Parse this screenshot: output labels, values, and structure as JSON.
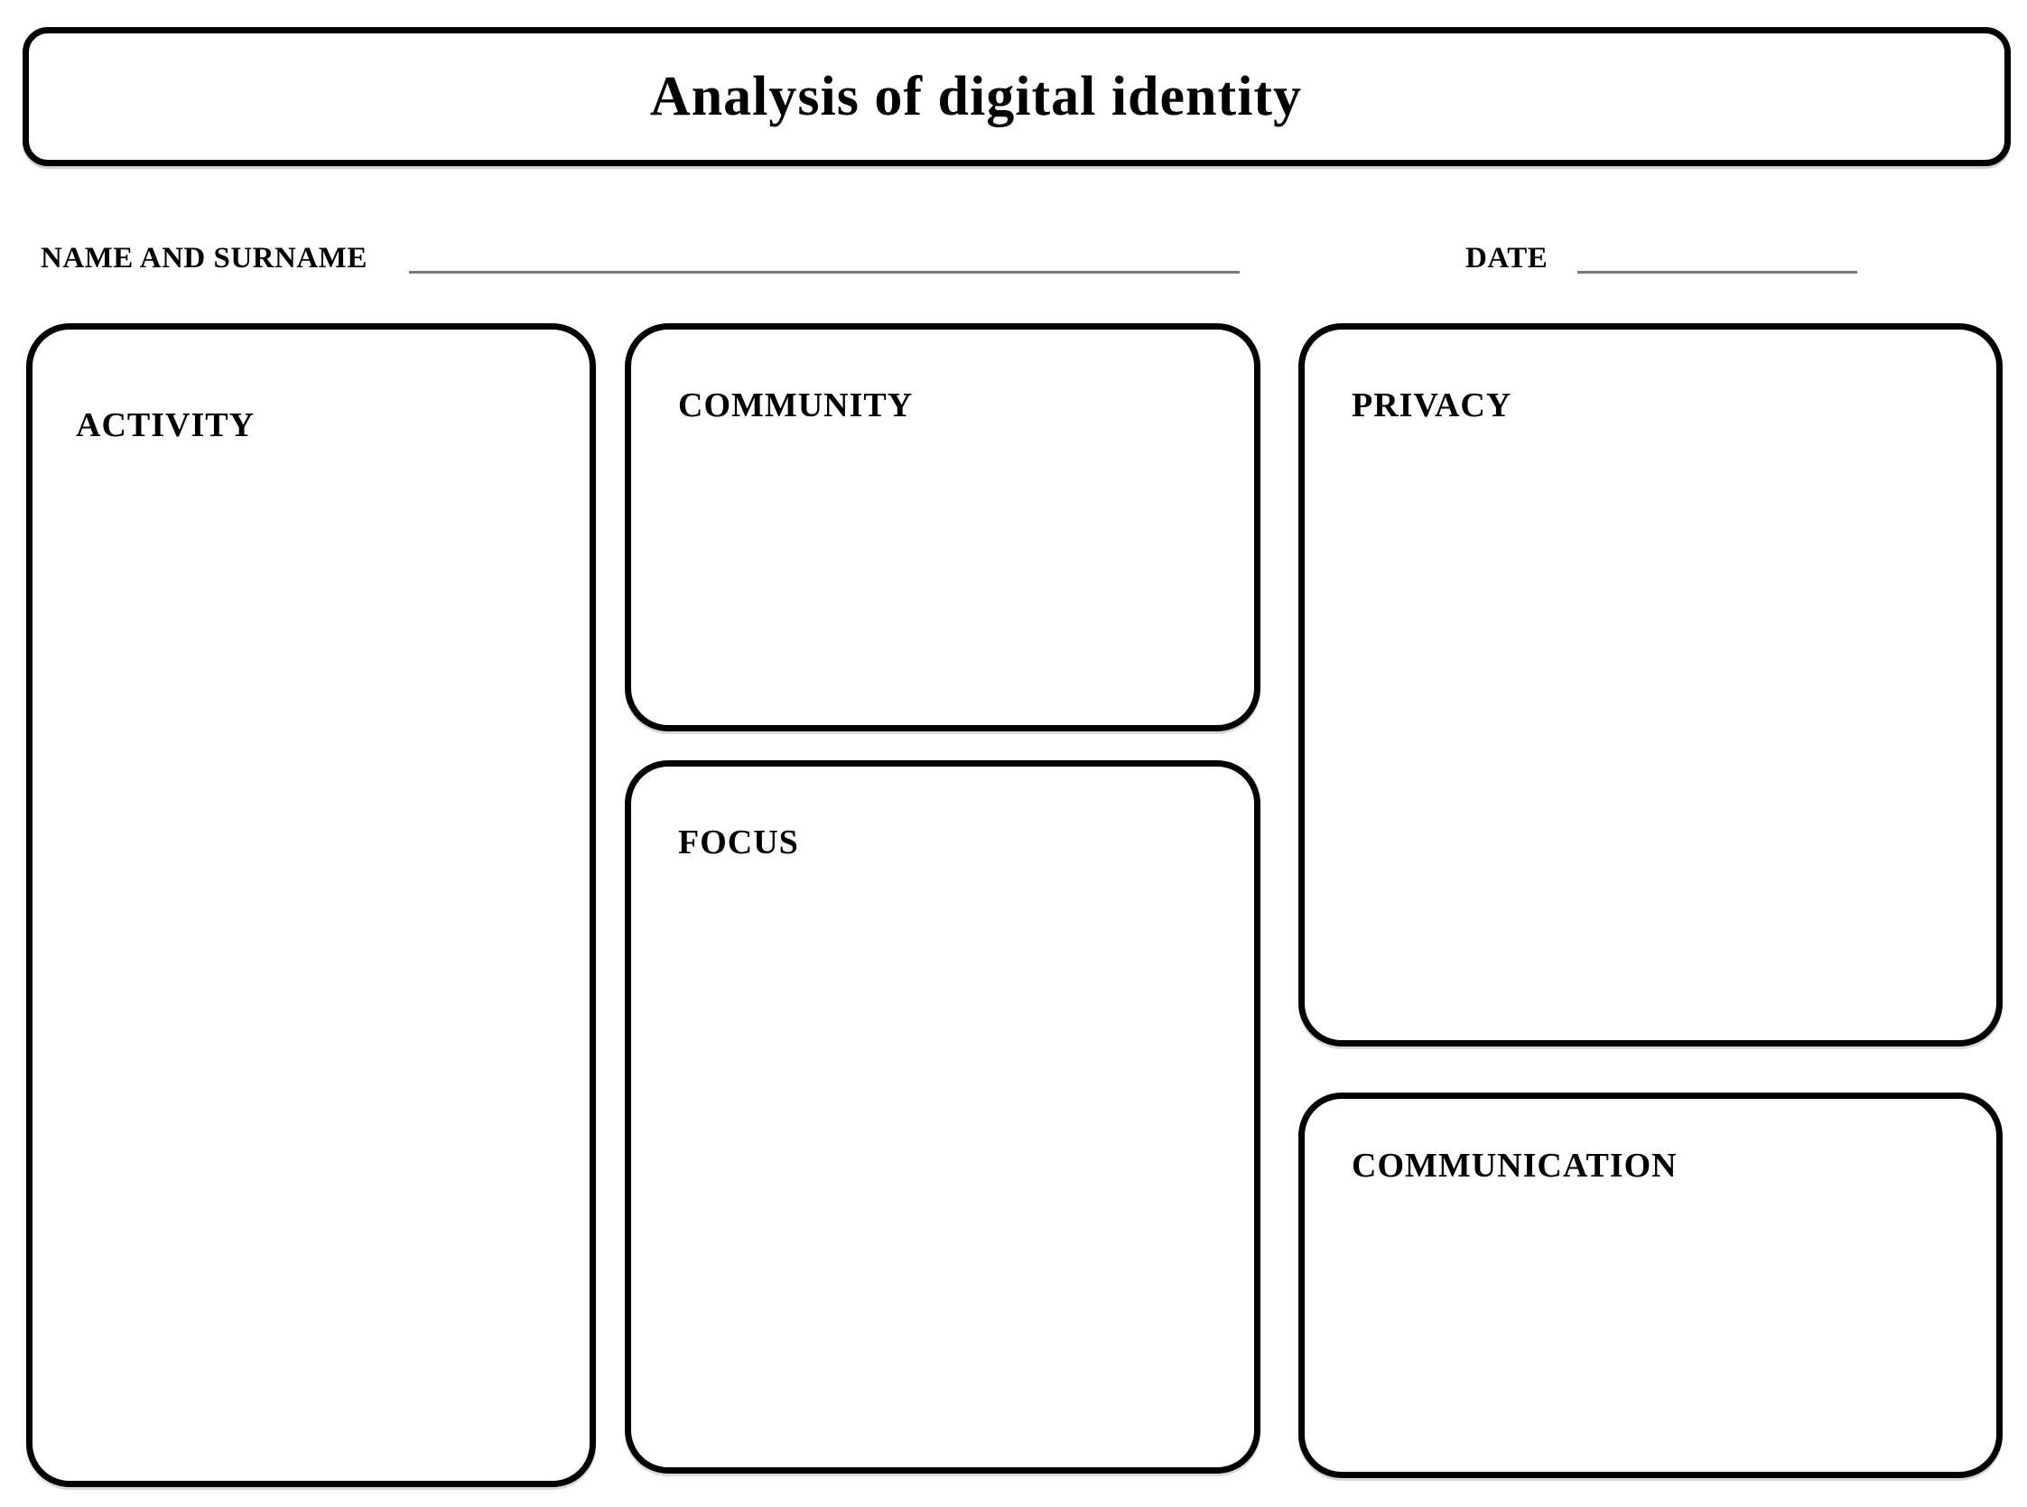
{
  "title": "Analysis of digital identity",
  "fields": {
    "name_label": "NAME AND SURNAME",
    "date_label": "DATE"
  },
  "boxes": [
    {
      "id": "activity",
      "label": "ACTIVITY"
    },
    {
      "id": "community",
      "label": "COMMUNITY"
    },
    {
      "id": "focus",
      "label": "FOCUS"
    },
    {
      "id": "privacy",
      "label": "PRIVACY"
    },
    {
      "id": "communication",
      "label": "COMMUNICATION"
    }
  ],
  "colors": {
    "border": "#000000",
    "underline": "#7a7a7a",
    "background": "#ffffff"
  }
}
